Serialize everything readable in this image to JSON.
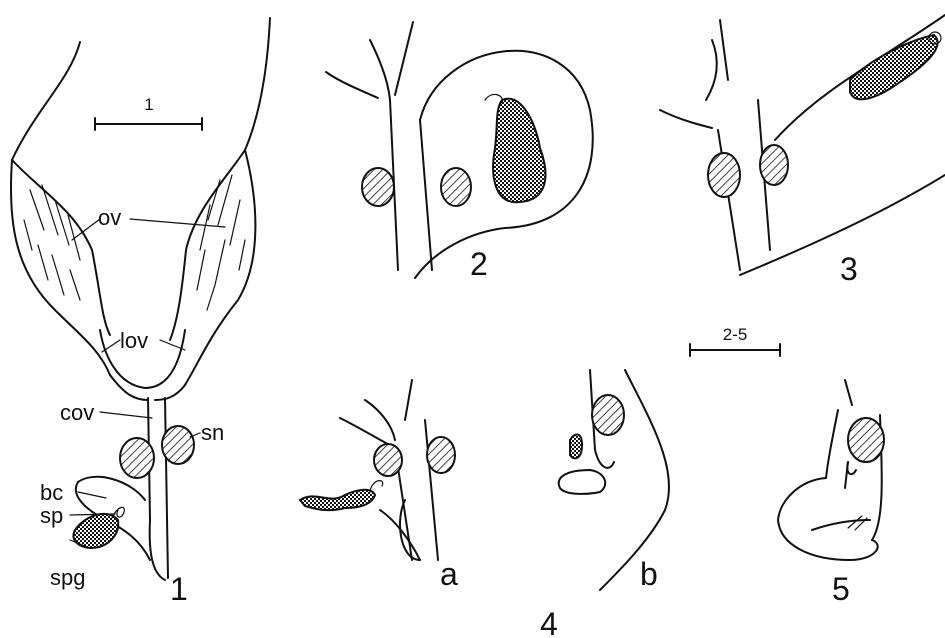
{
  "figures": [
    {
      "id": "1",
      "label": "1"
    },
    {
      "id": "2",
      "label": "2"
    },
    {
      "id": "3",
      "label": "3"
    },
    {
      "id": "4",
      "label": "4",
      "panels": [
        "a",
        "b"
      ]
    },
    {
      "id": "5",
      "label": "5"
    }
  ],
  "scale_bars": [
    {
      "label": "1"
    },
    {
      "label": "2-5"
    }
  ],
  "annotations": {
    "ov": "ov",
    "lov": "lov",
    "cov": "cov",
    "sn": "sn",
    "bc": "bc",
    "sp": "sp",
    "spg": "spg"
  }
}
